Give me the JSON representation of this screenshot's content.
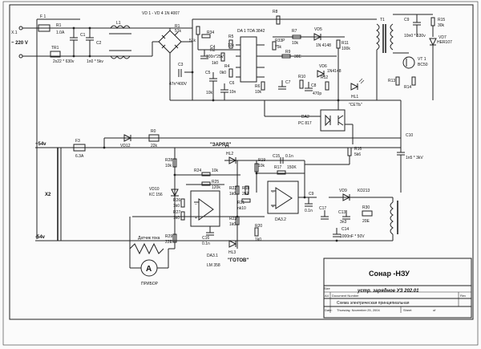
{
  "input": {
    "terminal_x1": "X.1",
    "voltage": "~ 220 V",
    "fuse": "F 1",
    "fuse_rating": "1.0A",
    "r1": "R1",
    "tr1": "TR1",
    "c1": "C1",
    "c2": "C2",
    "c1_val": "2x22 * 630v",
    "c2_val": "1n0 * 5kv",
    "l1": "L1"
  },
  "primary": {
    "bridge": "VD 1 - VD 4  1N 4007",
    "r3": "R1",
    "r3v": "51k",
    "r34": "R34",
    "r34v": "51k",
    "c3": "C3",
    "c3v": "47n*400V",
    "c4": "C4",
    "c4v": "100n*25V",
    "r2": "R2",
    "r2v": "1k0",
    "r4": "R4",
    "r4v": "0k0",
    "c5": "C5",
    "c5v": "10k",
    "c6": "C6",
    "c6v": "10n",
    "r5": "R5",
    "r5v": "12k",
    "ic": "DA 1  TDA 3842",
    "r6": "R6",
    "r6v": "10k",
    "c7": "C7",
    "r7": "R7",
    "r7v": "10k",
    "r8": "R8",
    "r8v": "",
    "r33p": "R33P",
    "r33pv": "75k",
    "r9": "R9",
    "r9v": "30E",
    "r10": "R10",
    "vd5": "VD5",
    "vd5v": "1N 4148",
    "r11": "R11",
    "r11v": "100k",
    "vd6": "VD6",
    "vd6v": "1N4148",
    "r12": "R12",
    "c8": "C8",
    "c8v": "470p",
    "hl1": "HL1",
    "t1": "T1",
    "c9": "C9",
    "r15": "R15",
    "r15v": "30k",
    "c9v": "10n0 * 630v",
    "vd7": "VD7",
    "vd7v": "HER107",
    "vt1": "VT 1",
    "vt1v": "BC50",
    "r13": "R13",
    "r14": "R14",
    "opto": "DA2",
    "optov": "PC 817",
    "set_label": "\"СЕТЬ\""
  },
  "output": {
    "plus": "+54v",
    "minus": "-54v",
    "f3": "F3",
    "f3v": "6.3A",
    "x2": "X2",
    "vd12": "VD12",
    "r0": "R0",
    "r0v": "22k",
    "charge_label": "\"ЗАРЯД\"",
    "hl2": "HL2",
    "r28": "R28",
    "r28v": "10k",
    "r24": "R24",
    "r24v": "10k",
    "r25": "R25",
    "r25v": "120k",
    "vd10": "VD10",
    "vd10v": "KC 156",
    "r26": "R26",
    "r26v": "1k0",
    "r27": "R27",
    "r27v": "1k0",
    "r29": "R29",
    "r29v": "22E",
    "r22": "R22",
    "r22v": "1k0",
    "r18": "R18",
    "r18v": "2k2",
    "r21": "R21",
    "r21v": "nk10",
    "r19": "R19",
    "r19v": "10k",
    "r17": "R17",
    "r17v": "150K",
    "c15": "C15",
    "c15v": "0.1n",
    "r23": "R23",
    "r23v": "1k0",
    "r20": "R20",
    "r20v": "1k0",
    "hl3": "HL3",
    "da31": "DA3.1",
    "da32": "DA3.2",
    "lm": "LM 358",
    "c16": "C16",
    "c16v": "0.1n",
    "ready_label": "\"ГОТОВ\"",
    "c2b": "C9",
    "c2bv": "0.1n",
    "c17": "C17",
    "vd9": "VD9",
    "vd9v": "KD213",
    "r30": "R30",
    "r30v": "20E",
    "c13": "C13",
    "c13v": "3n3",
    "c14": "C14",
    "c14v": "1000nF * 50V",
    "c10": "C10",
    "c10v": "1n5 * 3kV",
    "r16": "R16",
    "r16v": "5k6",
    "sensor": "Датчик тока",
    "ammeter": "A",
    "meter_label": "ПРИБОР"
  },
  "titleblock": {
    "title": "Сонар -НЗУ",
    "subtitle": "устр. зарядное УЗ 202.01",
    "doc_label": "Document Number",
    "doc_value": "Схема электрическая принципиальная",
    "size_label": "Size",
    "size_value": "A4",
    "date_label": "Date:",
    "date_value": "Thursday, November 25, 2004",
    "sheet_label": "Sheet",
    "sheet_value": "of",
    "rev_label": "Rev"
  }
}
